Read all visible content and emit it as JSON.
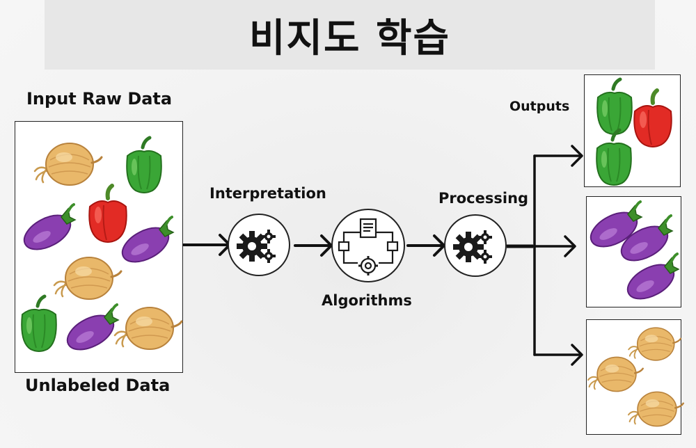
{
  "title": "비지도 학습",
  "labels": {
    "input": "Input Raw Data",
    "unlabeled": "Unlabeled Data",
    "interpretation": "Interpretation",
    "algorithms": "Algorithms",
    "processing": "Processing",
    "outputs": "Outputs"
  },
  "icons": {
    "interpretation": "gears-icon",
    "algorithms": "algorithm-flow-icon",
    "processing": "gears-icon"
  },
  "colors": {
    "onion": "#e9b86a",
    "pepper_green": "#3aa636",
    "pepper_red": "#e22b25",
    "eggplant": "#8a3fb0"
  }
}
